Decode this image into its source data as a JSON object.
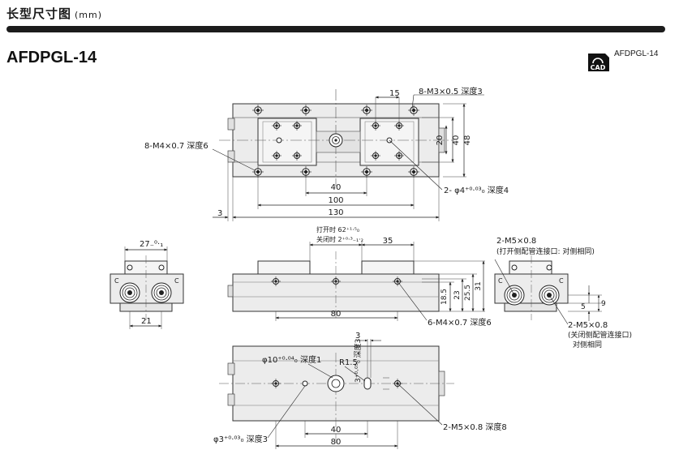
{
  "header": {
    "title": "长型尺寸图",
    "unit": "(mm)"
  },
  "model": "AFDPGL-14",
  "cad": {
    "icon_text": "CAD",
    "label": "AFDPGL-14"
  },
  "top_view": {
    "dims": {
      "pitch15": "15",
      "h20": "20",
      "h40": "40",
      "h48": "48",
      "w40": "40",
      "w100": "100",
      "w130": "130",
      "off3": "3"
    },
    "callouts": {
      "m3_holes": "8-M3×0.5 深度3",
      "m4_holes": "8-M4×0.7 深度6",
      "pin_holes": "2- φ4⁺⁰·⁰³₀ 深度4"
    }
  },
  "side_view": {
    "left": {
      "w27": "27₋⁰·₁",
      "w21": "21"
    },
    "front": {
      "stroke_open": "打开时 62⁺¹·⁵₀",
      "stroke_close": "关闭时 2⁺⁰·³₋₁·₂",
      "d35": "35",
      "h18_5": "18.5",
      "h23": "23",
      "h25_5": "25.5",
      "h31": "31",
      "w80": "80",
      "m4_holes": "6-M4×0.7 深度6"
    },
    "right": {
      "port_open": "2-M5×0.8",
      "port_open_note": "(打开侧配管连接口: 对侧相同)",
      "h5": "5",
      "h9": "9",
      "port_close": "2-M5×0.8",
      "port_close_note": "(关闭侧配管连接口)",
      "port_close_note2": "对侧相同"
    }
  },
  "bottom_view": {
    "d3": "3",
    "slot": "3⁺⁰·⁰⁵₀ 深度3",
    "r15": "R1.5",
    "phi10": "φ10⁺⁰·⁰⁴₀ 深度1",
    "phi3": "φ3⁺⁰·⁰³₀ 深度3",
    "m5_holes": "2-M5×0.8 深度8",
    "w40": "40",
    "w80": "80"
  }
}
